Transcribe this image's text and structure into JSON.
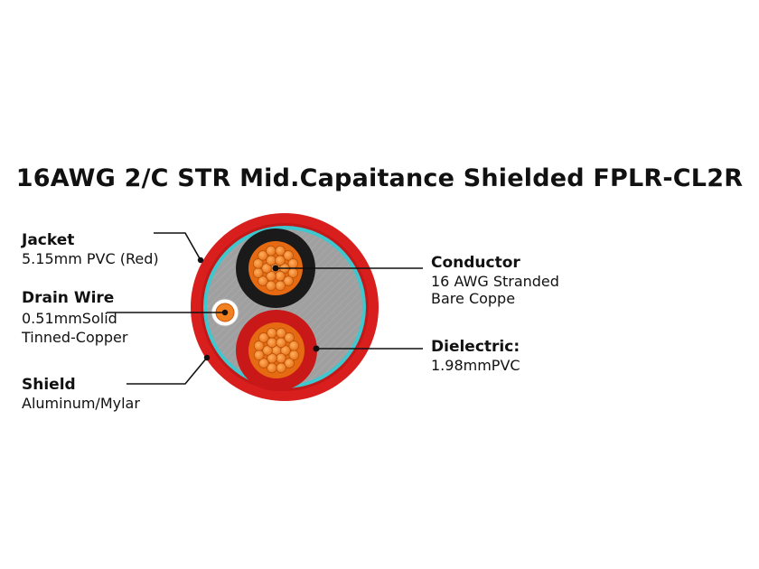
{
  "title": "16AWG 2/C STR Mid.Capaitance Shielded FPLR-CL2R",
  "labels": {
    "jacket": {
      "name": "Jacket",
      "spec": "5.15mm PVC (Red)"
    },
    "drain_wire": {
      "name": "Drain Wire",
      "spec_line1": "0.51mmSolid",
      "spec_line2": "Tinned-Copper"
    },
    "shield": {
      "name": "Shield",
      "spec": "Aluminum/Mylar"
    },
    "conductor": {
      "name": "Conductor",
      "spec_line1": "16 AWG Stranded",
      "spec_line2": "Bare Coppe"
    },
    "dielectric": {
      "name": "Dielectric:",
      "spec": "1.98mmPVC"
    }
  },
  "colors": {
    "jacket": "#d91e1e",
    "jacket_inner": "#b51616",
    "shield": "#3fc7cf",
    "filler": "#9c9c9c",
    "black_insulation": "#1a1a1a",
    "red_insulation": "#c91818",
    "copper": "#f07a1a",
    "copper_edge": "#c85a0c",
    "drain_copper": "#f08020"
  },
  "icons": {
    "cross_section": "cable-cross-section-icon"
  }
}
